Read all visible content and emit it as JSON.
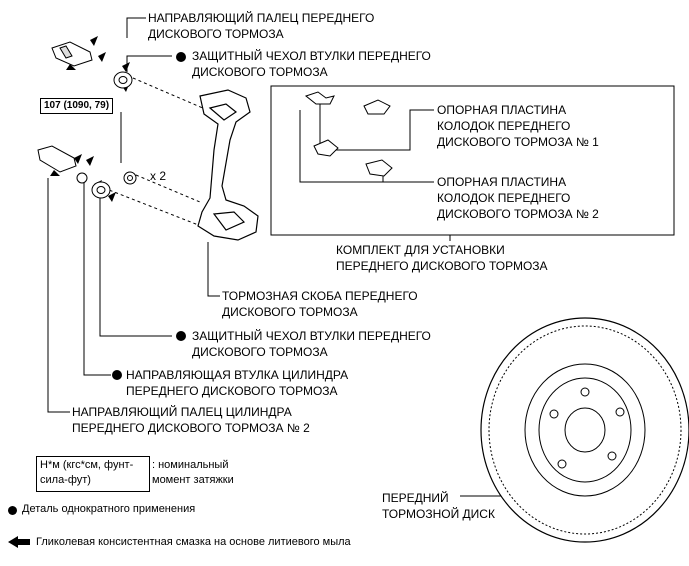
{
  "labels": {
    "guide_pin_front": [
      "НАПРАВЛЯЮЩИЙ ПАЛЕЦ ПЕРЕДНЕГО",
      "ДИСКОВОГО ТОРМОЗА"
    ],
    "boot_upper": [
      "ЗАЩИТНЫЙ ЧЕХОЛ ВТУЛКИ ПЕРЕДНЕГО",
      "ДИСКОВОГО ТОРМОЗА"
    ],
    "torque_value": "107 (1090, 79)",
    "qty": "x 2",
    "pad_plate_1": [
      "ОПОРНАЯ ПЛАСТИНА",
      "КОЛОДОК ПЕРЕДНЕГО",
      "ДИСКОВОГО ТОРМОЗА № 1"
    ],
    "pad_plate_2": [
      "ОПОРНАЯ ПЛАСТИНА",
      "КОЛОДОК ПЕРЕДНЕГО",
      "ДИСКОВОГО ТОРМОЗА № 2"
    ],
    "kit": [
      "КОМПЛЕКТ ДЛЯ УСТАНОВКИ",
      "ПЕРЕДНЕГО ДИСКОВОГО ТОРМОЗА"
    ],
    "caliper": [
      "ТОРМОЗНАЯ СКОБА ПЕРЕДНЕГО",
      "ДИСКОВОГО ТОРМОЗА"
    ],
    "boot_lower": [
      "ЗАЩИТНЫЙ ЧЕХОЛ ВТУЛКИ ПЕРЕДНЕГО",
      "ДИСКОВОГО ТОРМОЗА"
    ],
    "bushing": [
      "НАПРАВЛЯЮЩАЯ ВТУЛКА ЦИЛИНДРА",
      "ПЕРЕДНЕГО ДИСКОВОГО ТОРМОЗА"
    ],
    "guide_pin_cyl": [
      "НАПРАВЛЯЮЩИЙ ПАЛЕЦ ЦИЛИНДРА",
      "ПЕРЕДНЕГО ДИСКОВОГО ТОРМОЗА № 2"
    ],
    "disc": [
      "ПЕРЕДНИЙ",
      "ТОРМОЗНОЙ ДИСК"
    ]
  },
  "legend": {
    "unit_box": [
      "Н*м (кгс*см, фунт-",
      "сила-фут)"
    ],
    "unit_desc": [
      ": номинальный",
      "момент затяжки"
    ],
    "non_reusable": "Деталь однократного применения",
    "grease": "Гликолевая консистентная смазка на основе литиевого мыла"
  }
}
